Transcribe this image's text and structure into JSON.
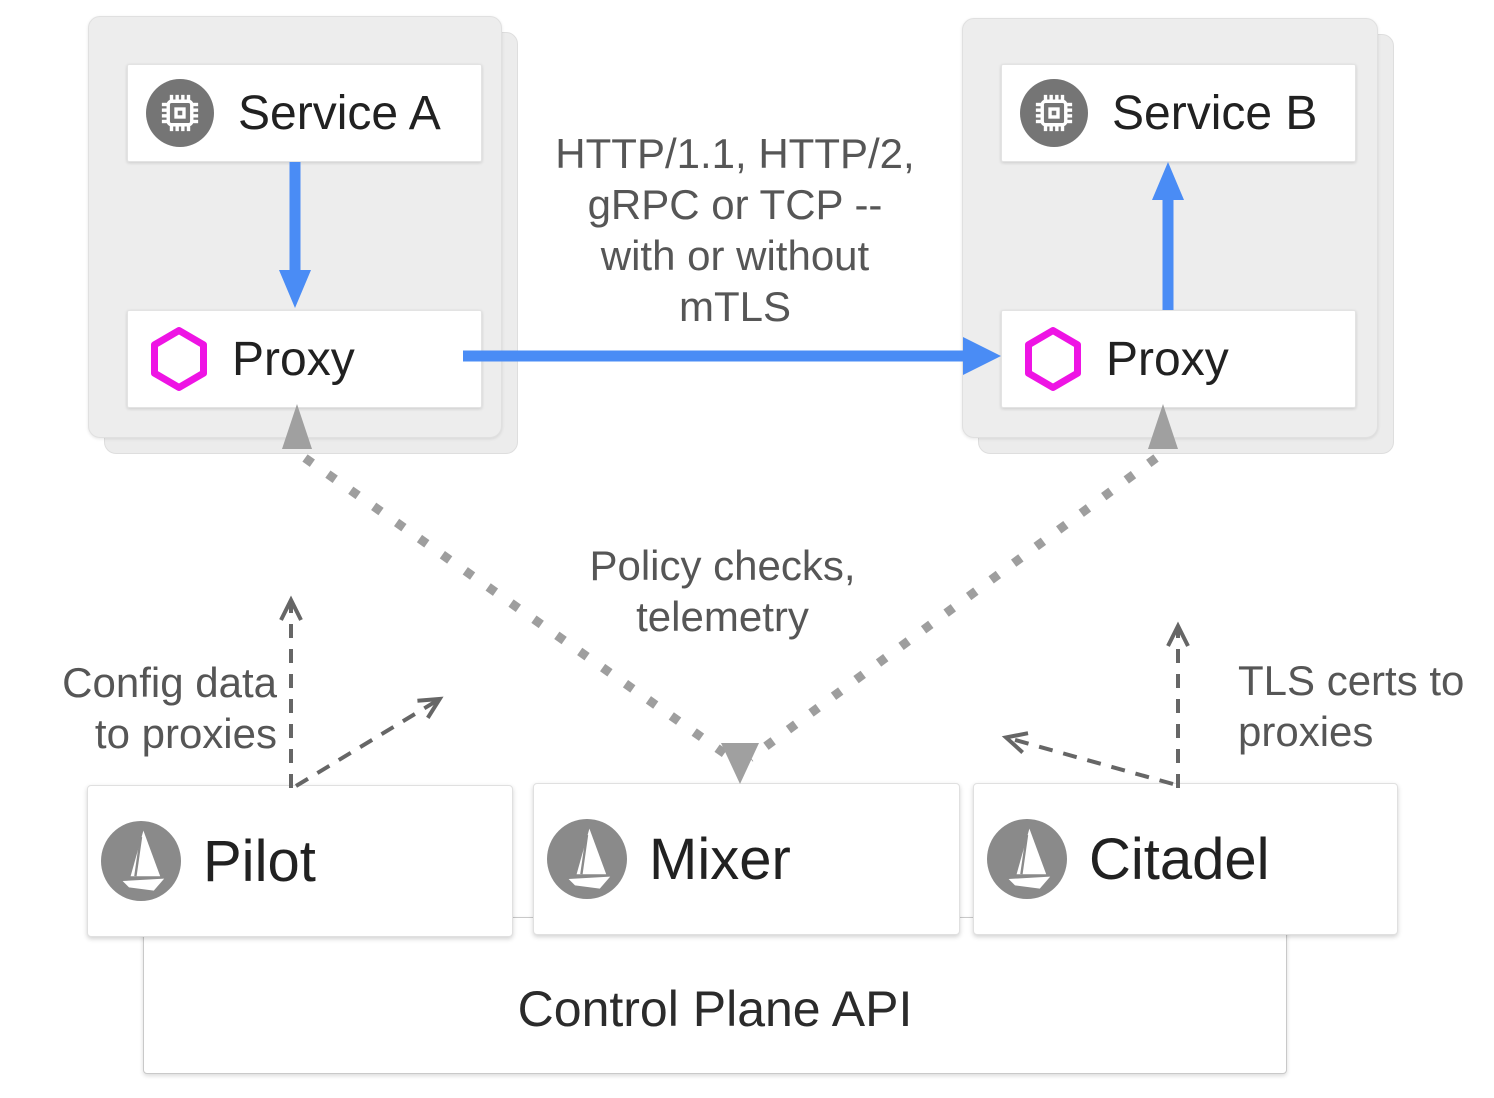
{
  "data_plane": {
    "pod_a": {
      "service_label": "Service A",
      "proxy_label": "Proxy",
      "service_icon": "chip-icon",
      "proxy_icon": "hexagon-icon"
    },
    "pod_b": {
      "service_label": "Service B",
      "proxy_label": "Proxy",
      "service_icon": "chip-icon",
      "proxy_icon": "hexagon-icon"
    }
  },
  "annotations": {
    "traffic_lines": [
      "HTTP/1.1, HTTP/2,",
      "gRPC or TCP --",
      "with or without",
      "mTLS"
    ],
    "policy_lines": [
      "Policy checks,",
      "telemetry"
    ],
    "config_lines": [
      "Config data",
      "to proxies"
    ],
    "tls_lines": [
      "TLS certs to",
      "proxies"
    ]
  },
  "control_plane": {
    "components": [
      {
        "label": "Pilot",
        "icon": "istio-sail-icon"
      },
      {
        "label": "Mixer",
        "icon": "istio-sail-icon"
      },
      {
        "label": "Citadel",
        "icon": "istio-sail-icon"
      }
    ],
    "api_label": "Control Plane API"
  },
  "colors": {
    "arrow_blue": "#4a8cf5",
    "proxy_magenta": "#ee14e4",
    "dotted_gray": "#9e9e9e",
    "dashed_gray": "#666666",
    "pod_background": "#ededed",
    "service_icon_gray": "#757575",
    "logo_circle_gray": "#8a8a8a",
    "label_dark": "#212121",
    "annotation_gray": "#565656"
  }
}
